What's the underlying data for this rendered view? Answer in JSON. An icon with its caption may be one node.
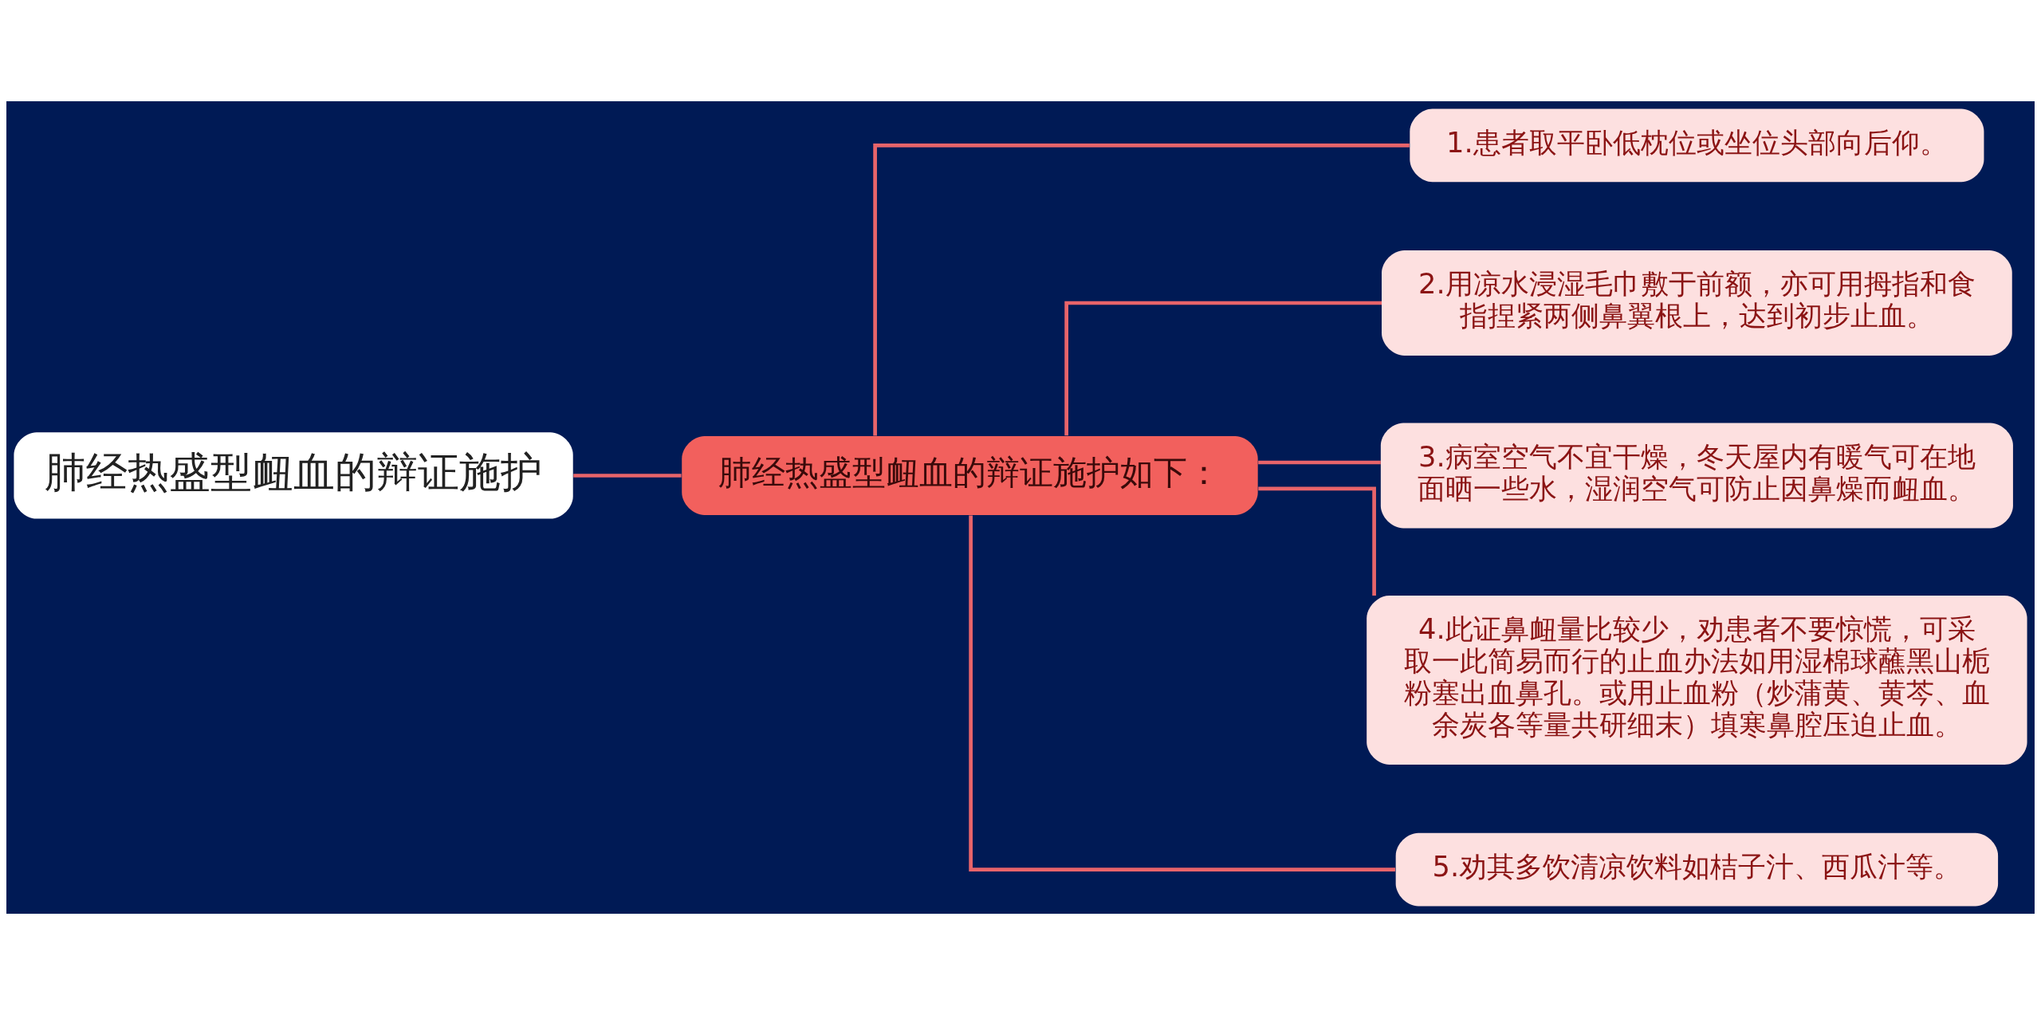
{
  "diagram": {
    "nodes": [
      {
        "text": [
          "肺经热盛型衄血的辩证施护"
        ]
      },
      {
        "text": [
          "肺经热盛型衄血的辩证施护如下："
        ]
      },
      {
        "text": [
          "1.患者取平卧低枕位或坐位头部向后仰。"
        ]
      },
      {
        "text": [
          "2.用凉水浸湿毛巾敷于前额，亦可用拇指和食指捏紧两侧鼻翼根上，达到初步止血。"
        ]
      },
      {
        "text": [
          "3.病室空气不宜干燥，冬天屋内有暖气可在地面晒一些水，湿润空气可防止因鼻燥而衄血。"
        ]
      },
      {
        "text": [
          "4.此证鼻衄量比较少，劝患者不要惊慌，可采取一此简易而行的止血办法如用湿棉球蘸黑山栀粉塞出血鼻孔。或用止血粉（炒蒲黄、黄芩、血余炭各等量共研细末）填寒鼻腔压迫止血。"
        ]
      },
      {
        "text": [
          "5.劝其多饮清凉饮料如桔子汁、西瓜汁等。"
        ]
      }
    ],
    "edges": [
      {
        "from": 0,
        "to": 1,
        "arrow": "none"
      },
      {
        "from": 1,
        "to": 2,
        "arrow": "none"
      },
      {
        "from": 1,
        "to": 3,
        "arrow": "none"
      },
      {
        "from": 1,
        "to": 4,
        "arrow": "none"
      },
      {
        "from": 1,
        "to": 5,
        "arrow": "none"
      },
      {
        "from": 1,
        "to": 6,
        "arrow": "none"
      }
    ]
  }
}
